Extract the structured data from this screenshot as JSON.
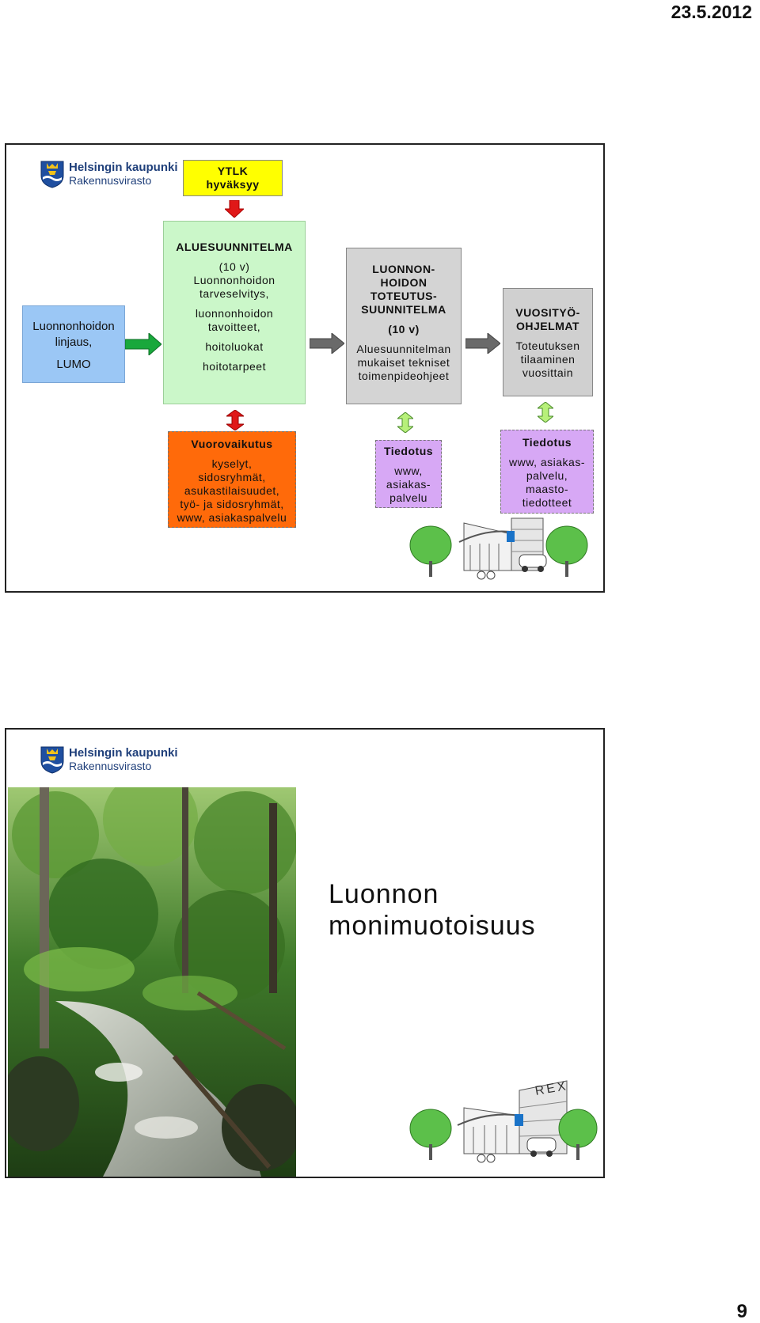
{
  "header": {
    "date": "23.5.2012",
    "page_number": "9"
  },
  "logo": {
    "line1": "Helsingin kaupunki",
    "line2": "Rakennusvirasto"
  },
  "slide1": {
    "ytlk": {
      "line1": "YTLK",
      "line2": "hyväksyy"
    },
    "lumo": {
      "line1": "Luonnonhoidon",
      "line2": "linjaus,",
      "line3": "LUMO"
    },
    "aluesuunnitelma": {
      "title": "ALUESUUNNITELMA",
      "period": "(10 v)",
      "l1": "Luonnonhoidon",
      "l2": "tarveselvitys,",
      "l3": "luonnonhoidon",
      "l4": "tavoitteet,",
      "l5": "hoitoluokat",
      "l6": "hoitotarpeet"
    },
    "toteutus": {
      "t1": "LUONNON-",
      "t2": "HOIDON",
      "t3": "TOTEUTUS-",
      "t4": "SUUNNITELMA",
      "period": "(10 v)",
      "l1": "Aluesuunnitelman",
      "l2": "mukaiset tekniset",
      "l3": "toimenpideohjeet"
    },
    "vuositeo": {
      "t1": "VUOSITYÖ-",
      "t2": "OHJELMAT",
      "l1": "Toteutuksen",
      "l2": "tilaaminen",
      "l3": "vuosittain"
    },
    "vuorovaikutus": {
      "title": "Vuorovaikutus",
      "l1": "kyselyt,",
      "l2": "sidosryhmät,",
      "l3": "asukastilaisuudet,",
      "l4": "työ- ja sidosryhmät,",
      "l5": "www, asiakaspalvelu"
    },
    "tiedotus1": {
      "title": "Tiedotus",
      "l1": "www,",
      "l2": "asiakas-",
      "l3": "palvelu"
    },
    "tiedotus2": {
      "title": "Tiedotus",
      "l1": "www, asiakas-",
      "l2": "palvelu,",
      "l3": "maasto-",
      "l4": "tiedotteet"
    }
  },
  "slide2": {
    "title_line1": "Luonnon",
    "title_line2": "monimuotoisuus",
    "building_sign": "REX"
  },
  "colors": {
    "ytlk_bg": "#ffff00",
    "lumo_bg": "#9bc7f5",
    "alue_bg": "#cbf7c9",
    "toteutus_bg": "#d4d4d4",
    "vuosi_bg": "#d0d0d0",
    "vuoro_bg": "#ff6a0a",
    "tiedotus_bg": "#d7a8f5",
    "arrow_green": "#19a83c",
    "arrow_gray": "#6a6a6a",
    "arrow_red": "#e01818",
    "arrow_lightgreen": "#b7f07a",
    "logo_blue": "#1f3f7a"
  }
}
